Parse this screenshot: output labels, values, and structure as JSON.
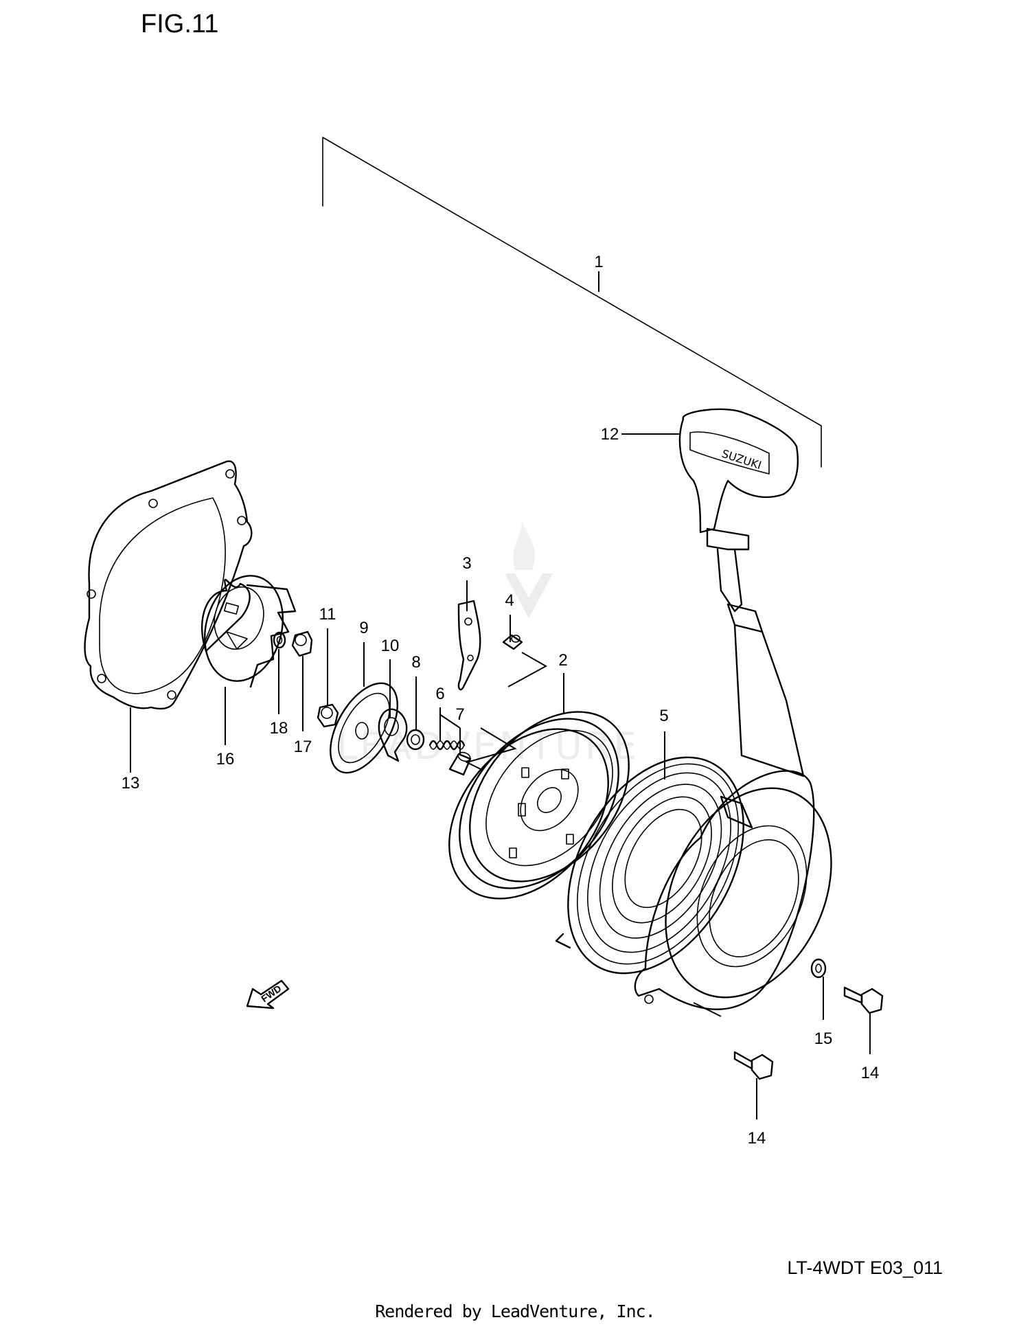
{
  "figure_title": "FIG.11",
  "document_code": "LT-4WDT E03_011",
  "footer": "Rendered by LeadVenture, Inc.",
  "watermark_text": "LEADVENTURE",
  "handle_text": "SUZUKI",
  "fwd_label": "FWD",
  "callouts": {
    "c1": "1",
    "c2": "2",
    "c3": "3",
    "c4": "4",
    "c5": "5",
    "c6": "6",
    "c7": "7",
    "c8": "8",
    "c9": "9",
    "c10": "10",
    "c11": "11",
    "c12": "12",
    "c13": "13",
    "c14a": "14",
    "c14b": "14",
    "c15": "15",
    "c16": "16",
    "c17": "17",
    "c18": "18"
  }
}
